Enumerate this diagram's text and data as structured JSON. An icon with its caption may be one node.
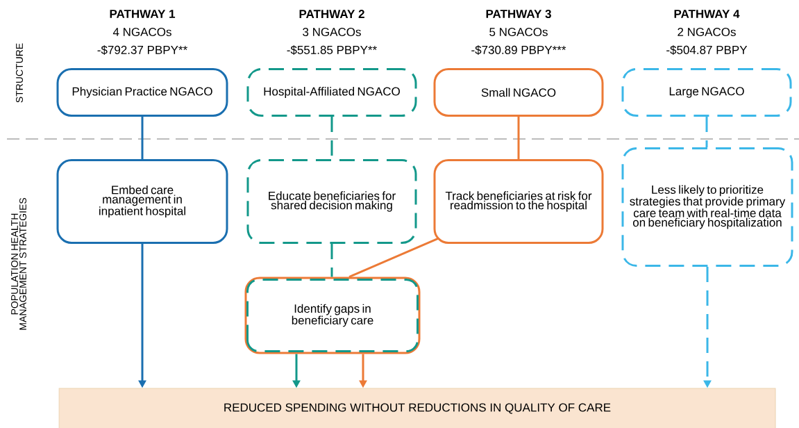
{
  "diagram": {
    "nodes": [
      {
        "text": [
          "Physician Practice NGACO"
        ],
        "beside": [
          "PATHWAY 1",
          "4 NGACOs",
          "-$792.37 PBPY**"
        ]
      },
      {
        "text": [
          "Hospital-Affiliated NGACO"
        ],
        "beside": [
          "PATHWAY 2",
          "3 NGACOs",
          "-$551.85 PBPY**"
        ]
      },
      {
        "text": [
          "Small NGACO"
        ],
        "beside": [
          "PATHWAY 3",
          "5 NGACOs",
          "-$730.89 PBPY***"
        ]
      },
      {
        "text": [
          "Large NGACO"
        ],
        "beside": [
          "PATHWAY 4",
          "2 NGACOs",
          "-$504.87 PBPY"
        ]
      },
      {
        "text": [
          "Embed care management in inpatient hospital"
        ]
      },
      {
        "text": [
          "Educate beneficiaries for shared decision making"
        ]
      },
      {
        "text": [
          "Track beneficiaries at risk for readmission to the hospital"
        ]
      },
      {
        "text": [
          "Less likely to prioritize strategies that provide primary care team with real-time data on beneficiary hospitalization"
        ]
      },
      {
        "text": [
          "Identify gaps in beneficiary care"
        ]
      },
      {
        "text": [
          "REDUCED SPENDING WITHOUT REDUCTIONS IN QUALITY OF CARE"
        ]
      }
    ],
    "edges": [
      {
        "from": 0,
        "to": 4,
        "arrow": "none",
        "color": "#1a6fb0"
      },
      {
        "from": 1,
        "to": 5,
        "arrow": "none",
        "style": "dashed",
        "color": "#13988a"
      },
      {
        "from": 2,
        "to": 6,
        "arrow": "none",
        "color": "#ec7a36"
      },
      {
        "from": 3,
        "to": 7,
        "arrow": "none",
        "style": "dashed",
        "color": "#3bb7e8"
      },
      {
        "from": 4,
        "to": 9,
        "arrow": "to",
        "color": "#1a6fb0"
      },
      {
        "from": 5,
        "to": 8,
        "arrow": "none",
        "style": "dashed",
        "color": "#13988a"
      },
      {
        "from": 6,
        "to": 8,
        "arrow": "none",
        "color": "#ec7a36"
      },
      {
        "from": 8,
        "to": 9,
        "arrow": "to",
        "color": "#13988a"
      },
      {
        "from": 8,
        "to": 9,
        "arrow": "to",
        "color": "#ec7a36"
      },
      {
        "from": 7,
        "to": 9,
        "arrow": "to",
        "style": "dashed",
        "color": "#3bb7e8"
      }
    ],
    "labels": [
      "STRUCTURE",
      "POPULATION HEALTH MANAGEMENT STRATEGIES"
    ]
  }
}
